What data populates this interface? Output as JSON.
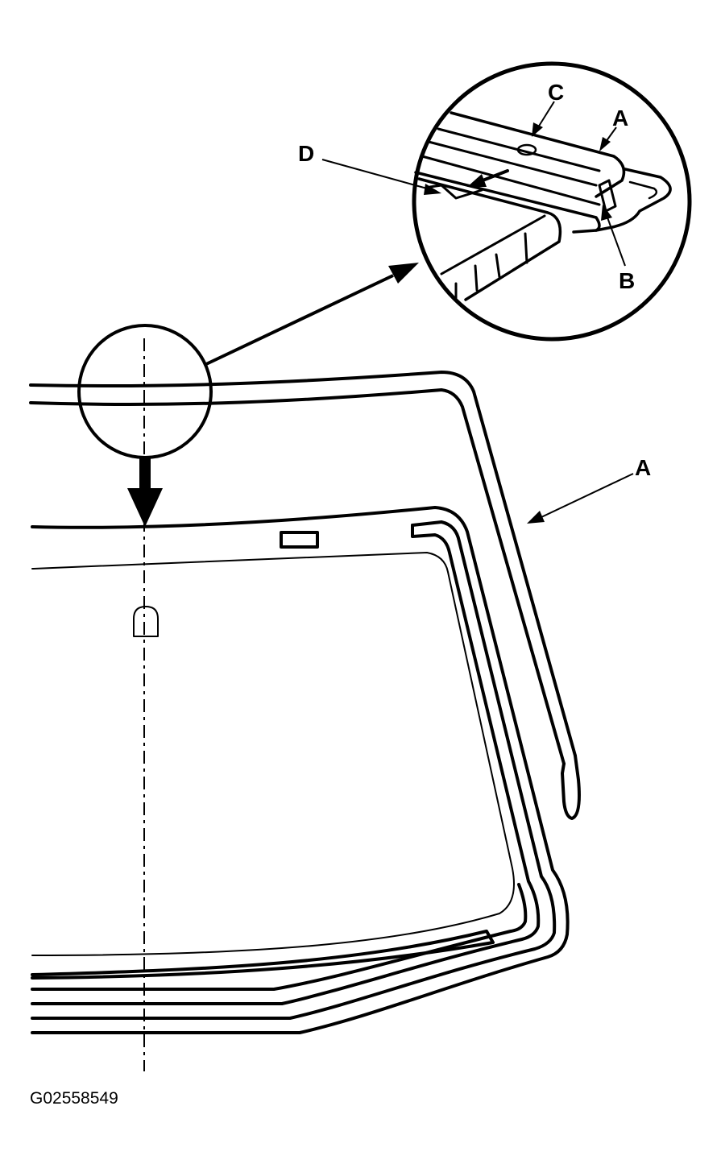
{
  "labels": {
    "callout_a_detail": "A",
    "callout_b": "B",
    "callout_c": "C",
    "callout_d": "D",
    "callout_a_main": "A"
  },
  "figure_code": "G02558549",
  "colors": {
    "ink": "#000000",
    "paper": "#ffffff"
  }
}
